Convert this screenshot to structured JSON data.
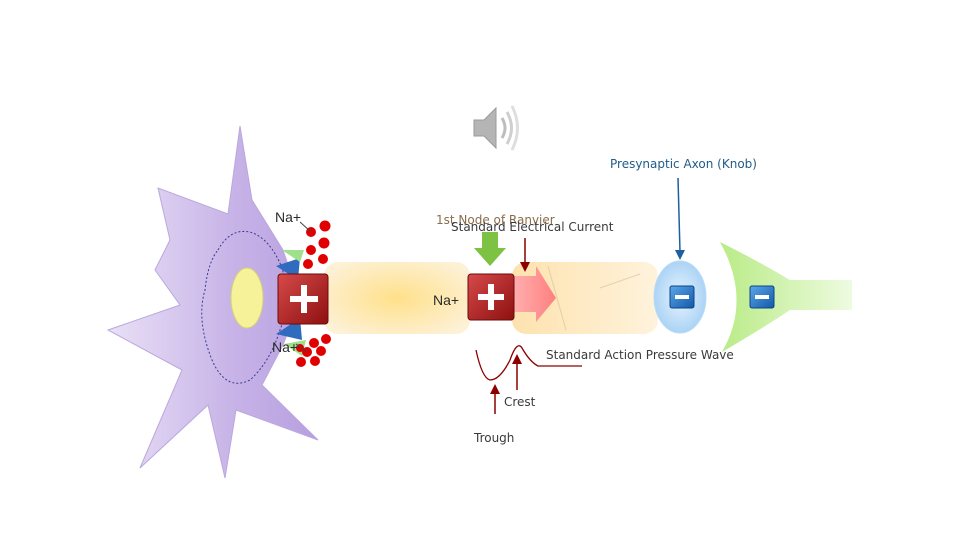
{
  "labels": {
    "presynaptic": "Presynaptic Axon (Knob)",
    "node_prefix": "1st Node of Ranvier",
    "current": "Standard Electrical Current",
    "wave": "Standard Action Pressure Wave",
    "crest": "Crest",
    "trough": "Trough",
    "na_top": "Na+",
    "na_mid": "Na+",
    "na_bottom": "Na+"
  },
  "icons": {
    "speaker": "speaker-icon",
    "plus": "plus-icon",
    "minus": "minus-icon"
  },
  "colors": {
    "cell_body": "#c9b6e6",
    "axon": "#fde3a0",
    "plus_box": "#b01e1e",
    "minus_box": "#1d6fc0",
    "ion": "#e00000",
    "arrow_green": "#7dc242",
    "arrow_red": "#8b0000",
    "arrow_blue": "#1f5fa0",
    "dendrite_green": "#c8ef9e",
    "label_blue": "#1f5c8a"
  }
}
